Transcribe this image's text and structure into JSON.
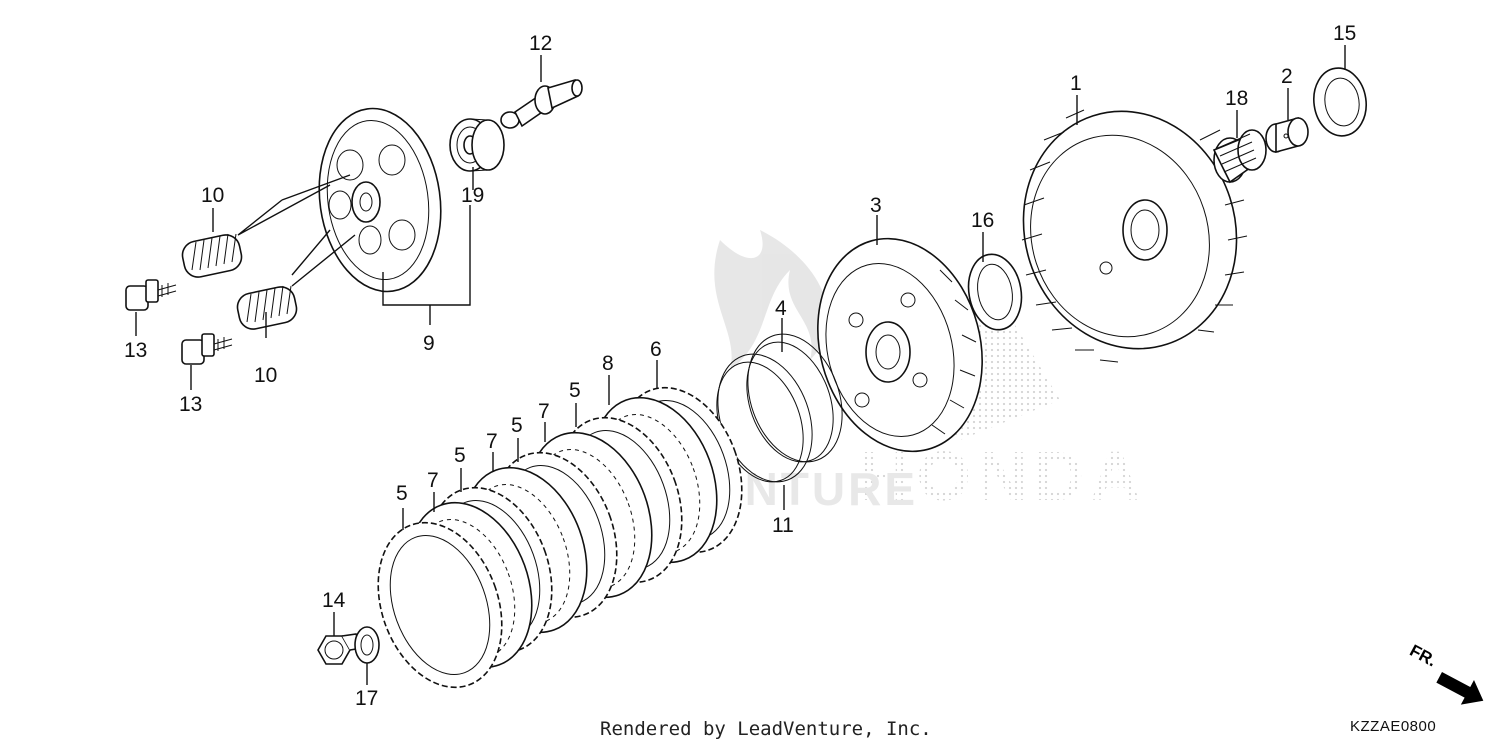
{
  "diagram": {
    "callouts": [
      {
        "id": "c1",
        "label": "1"
      },
      {
        "id": "c2",
        "label": "2"
      },
      {
        "id": "c3",
        "label": "3"
      },
      {
        "id": "c4",
        "label": "4"
      },
      {
        "id": "c5a",
        "label": "5"
      },
      {
        "id": "c5b",
        "label": "5"
      },
      {
        "id": "c5c",
        "label": "5"
      },
      {
        "id": "c5d",
        "label": "5"
      },
      {
        "id": "c6",
        "label": "6"
      },
      {
        "id": "c7a",
        "label": "7"
      },
      {
        "id": "c7b",
        "label": "7"
      },
      {
        "id": "c7c",
        "label": "7"
      },
      {
        "id": "c8",
        "label": "8"
      },
      {
        "id": "c9",
        "label": "9"
      },
      {
        "id": "c10a",
        "label": "10"
      },
      {
        "id": "c10b",
        "label": "10"
      },
      {
        "id": "c11",
        "label": "11"
      },
      {
        "id": "c12",
        "label": "12"
      },
      {
        "id": "c13a",
        "label": "13"
      },
      {
        "id": "c13b",
        "label": "13"
      },
      {
        "id": "c14",
        "label": "14"
      },
      {
        "id": "c15",
        "label": "15"
      },
      {
        "id": "c16",
        "label": "16"
      },
      {
        "id": "c17",
        "label": "17"
      },
      {
        "id": "c18",
        "label": "18"
      },
      {
        "id": "c19",
        "label": "19"
      }
    ],
    "direction_label": "FR.",
    "watermark_text": "LEADVENTURE",
    "brand_watermark": "HONDA"
  },
  "footer": {
    "rendered_by": "Rendered by LeadVenture, Inc.",
    "diagram_code": "KZZAE0800"
  },
  "colors": {
    "line": "#111111",
    "watermark": "#d8d8d8",
    "background": "#ffffff"
  }
}
